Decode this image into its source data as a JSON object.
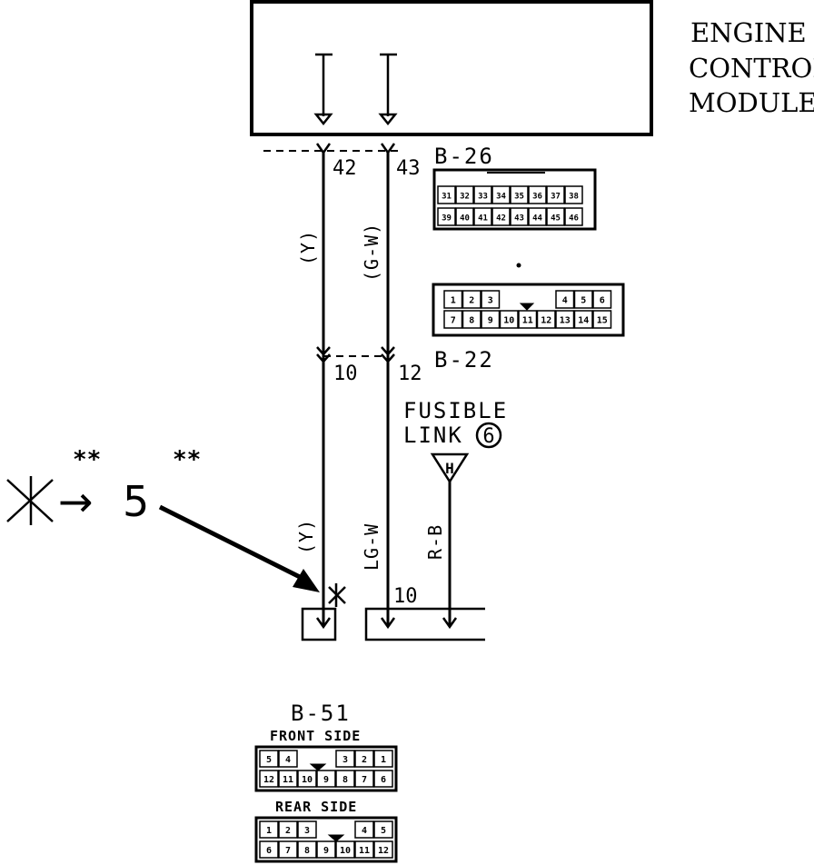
{
  "ecm": {
    "title_lines": [
      "ENGINE",
      "CONTROL",
      "MODULE"
    ]
  },
  "ecm_pins": {
    "left": "42",
    "right": "43"
  },
  "b22_pins": {
    "left": "10",
    "right": "12"
  },
  "bottom_pin": "10",
  "wires": {
    "upper_left": "(Y)",
    "upper_right": "(G-W)",
    "lower_left": "(Y)",
    "lower_right": "LG-W",
    "fuse_wire": "R-B"
  },
  "fusible_link": {
    "line1": "FUSIBLE",
    "line2": "LINK",
    "number": "6"
  },
  "fuse_symbol": "H",
  "connectors": {
    "b26": {
      "label": "B-26",
      "rows": [
        [
          "31",
          "32",
          "33",
          "34",
          "35",
          "36",
          "37",
          "38"
        ],
        [
          "39",
          "40",
          "41",
          "42",
          "43",
          "44",
          "45",
          "46"
        ]
      ]
    },
    "b22": {
      "label": "B-22",
      "row1": [
        "1",
        "2",
        "3",
        "",
        "",
        "",
        "4",
        "5",
        "6"
      ],
      "row2": [
        "7",
        "8",
        "9",
        "10",
        "11",
        "12",
        "13",
        "14",
        "15"
      ]
    },
    "b51": {
      "label": "B-51",
      "front_label": "FRONT SIDE",
      "front_row1": [
        "5",
        "4",
        "",
        "",
        "3",
        "2",
        "1"
      ],
      "front_row2": [
        "12",
        "11",
        "10",
        "9",
        "8",
        "7",
        "6"
      ],
      "rear_label": "REAR SIDE",
      "rear_row1": [
        "1",
        "2",
        "3",
        "",
        "",
        "4",
        "5"
      ],
      "rear_row2": [
        "6",
        "7",
        "8",
        "9",
        "10",
        "11",
        "12"
      ]
    }
  },
  "note": {
    "marker": "*",
    "stars_left": "**",
    "stars_right": "**",
    "arrow": "→",
    "value": "5"
  }
}
